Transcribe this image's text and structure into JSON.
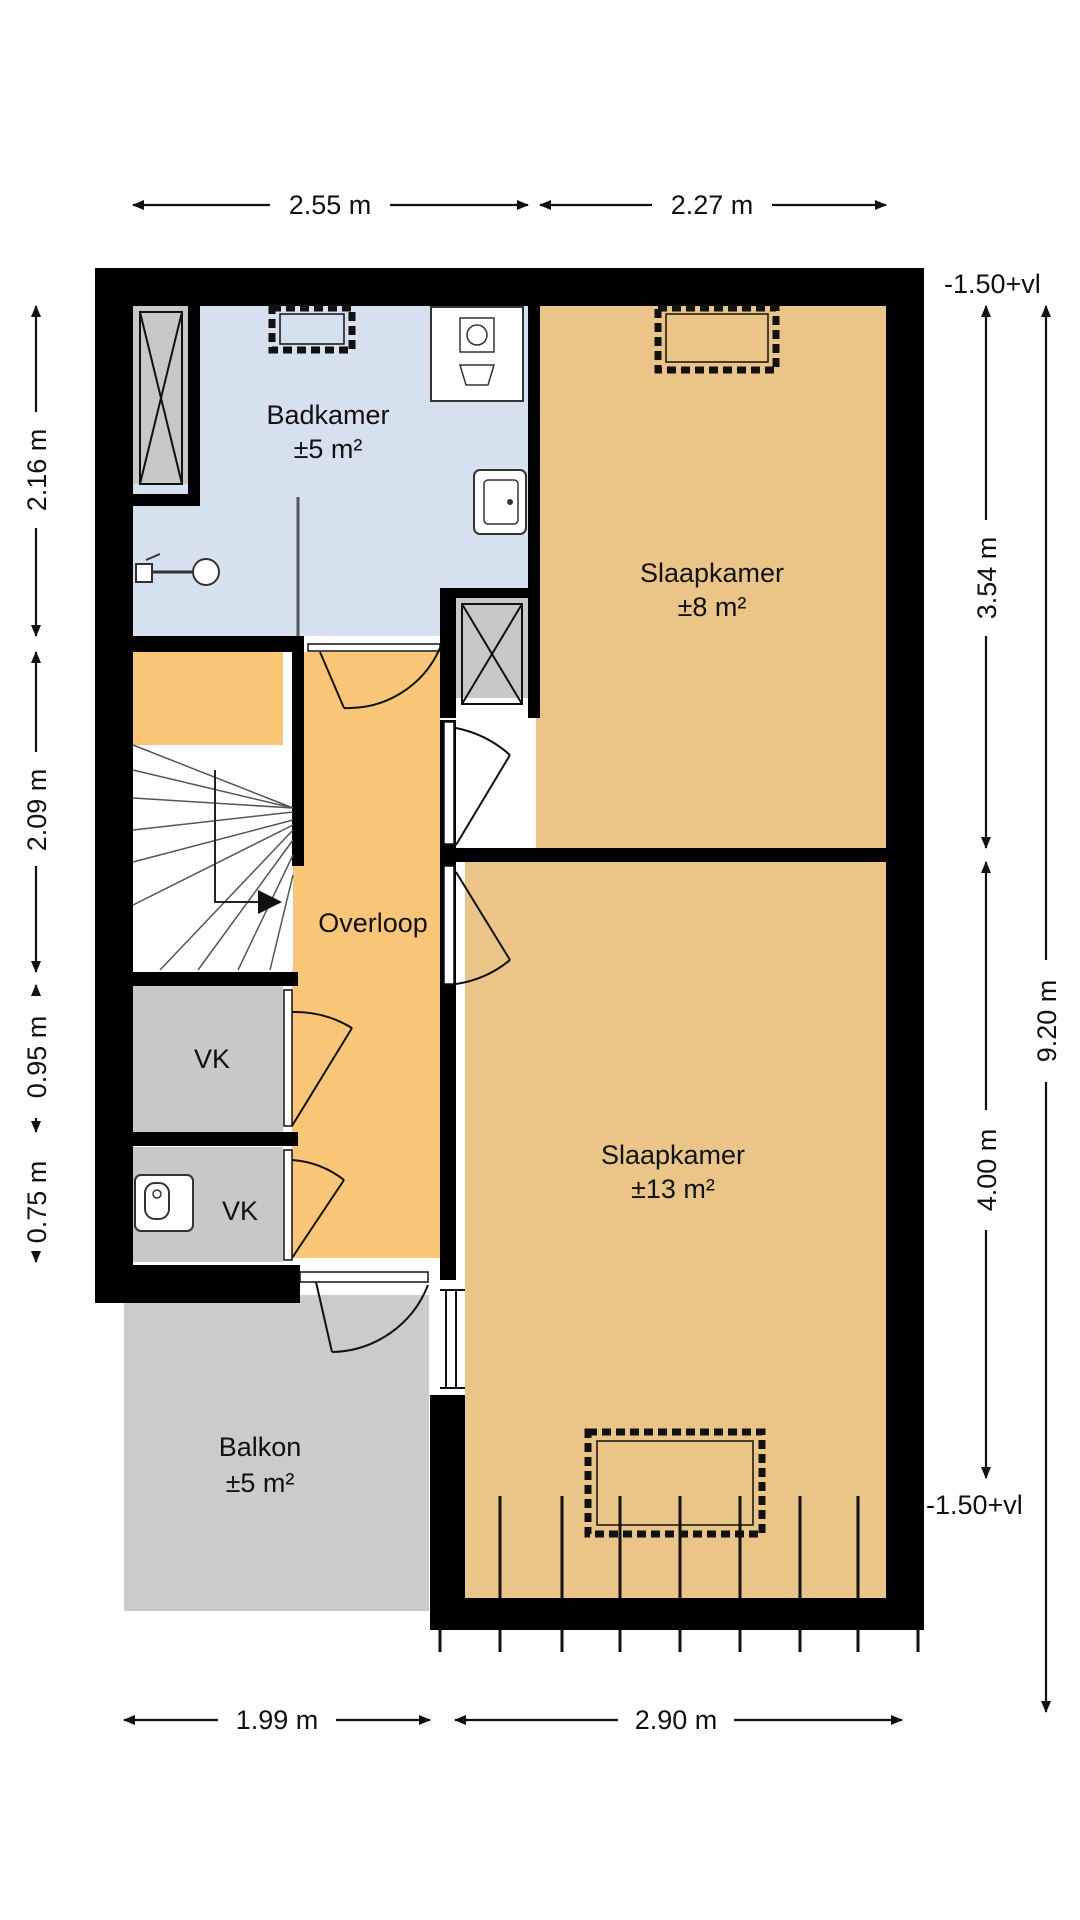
{
  "colors": {
    "bathroom": "#d5e1ee",
    "bedroom": "#ebc587",
    "landing": "#f9c677",
    "storage": "#c8c8c8",
    "balcony": "#cbcbcb",
    "wall": "#000000"
  },
  "rooms": {
    "badkamer": {
      "name": "Badkamer",
      "area": "±5 m²"
    },
    "slaapkamer_top": {
      "name": "Slaapkamer",
      "area": "±8 m²"
    },
    "slaapkamer_bottom": {
      "name": "Slaapkamer",
      "area": "±13 m²"
    },
    "overloop": {
      "name": "Overloop"
    },
    "vk_top": {
      "name": "VK"
    },
    "vk_bottom": {
      "name": "VK"
    },
    "balkon": {
      "name": "Balkon",
      "area": "±5 m²"
    }
  },
  "dimensions": {
    "top_left": "2.55 m",
    "top_right": "2.27 m",
    "bottom_left": "1.99 m",
    "bottom_right": "2.90 m",
    "left_1": "2.16 m",
    "left_2": "2.09 m",
    "left_3": "0.95 m",
    "left_4": "0.75 m",
    "right_1": "3.54 m",
    "right_2": "4.00 m",
    "right_total": "9.20 m"
  },
  "levels": {
    "top": "-1.50+vl",
    "bottom": "-1.50+vl"
  },
  "icons": [
    "window-icon",
    "door-icon",
    "stairs-icon",
    "shower-icon",
    "sink-icon",
    "washing-machine-icon",
    "toilet-icon",
    "shaft-icon",
    "skylight-icon"
  ]
}
